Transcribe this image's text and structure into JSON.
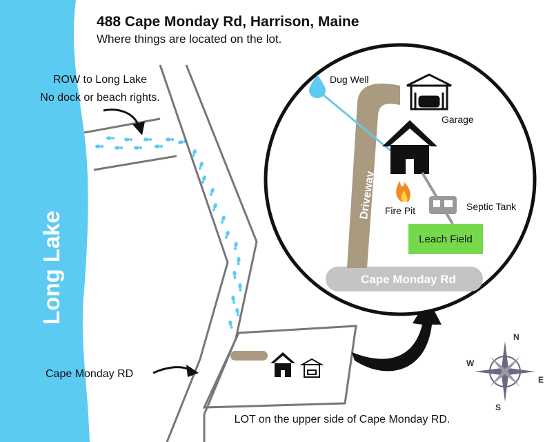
{
  "title": "488 Cape Monday Rd, Harrison, Maine",
  "subtitle": "Where things are located on the lot.",
  "row_note": [
    "ROW to Long Lake",
    "No dock or beach rights."
  ],
  "lake_label": "Long Lake",
  "road_pointer_label": "Cape Monday RD",
  "lot_caption": "LOT on the upper side of Cape Monday RD.",
  "detail": {
    "dug_well": "Dug Well",
    "garage": "Garage",
    "driveway": "Driveway",
    "fire_pit": "Fire Pit",
    "septic_tank": "Septic Tank",
    "leach_field": "Leach Field",
    "road": "Cape Monday Rd"
  },
  "compass": {
    "n": "N",
    "e": "E",
    "s": "S",
    "w": "W"
  },
  "colors": {
    "lake": "#5BCBF2",
    "driveway": "#A99A80",
    "road_band": "#C4C4C4",
    "leach_field": "#76D94C",
    "water_line": "#6CC6E8",
    "footprints": "#5BCBF2",
    "septic": "#999999",
    "compass_fill": "#6B6880"
  },
  "icons": [
    "water-drop-icon",
    "garage-icon",
    "house-icon",
    "fire-icon",
    "septic-tank-icon",
    "footprints-icon",
    "compass-rose-icon",
    "curved-arrow-icon"
  ]
}
